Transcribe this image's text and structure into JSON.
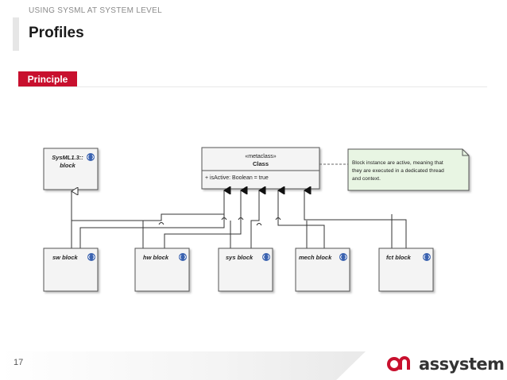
{
  "header": {
    "section_label": "USING SYSML AT SYSTEM LEVEL",
    "title": "Profiles",
    "tag": "Principle"
  },
  "diagram": {
    "sysml_block": {
      "stereotype": "SysML1.3::",
      "name": "block"
    },
    "metaclass": {
      "stereotype": "«metaclass»",
      "name": "Class",
      "attribute": "+   isActive: Boolean = true"
    },
    "note": {
      "lines": [
        "Block instance are active, meaning that",
        "they are executed in a dedicated thread",
        "and context."
      ]
    },
    "blocks": [
      "sw block",
      "hw block",
      "sys block",
      "mech block",
      "fct block"
    ]
  },
  "footer": {
    "page_number": "17",
    "brand": "assystem"
  },
  "colors": {
    "accent": "#c8102e",
    "note_fill": "#e8f5e3",
    "block_fill": "#f4f4f4"
  }
}
